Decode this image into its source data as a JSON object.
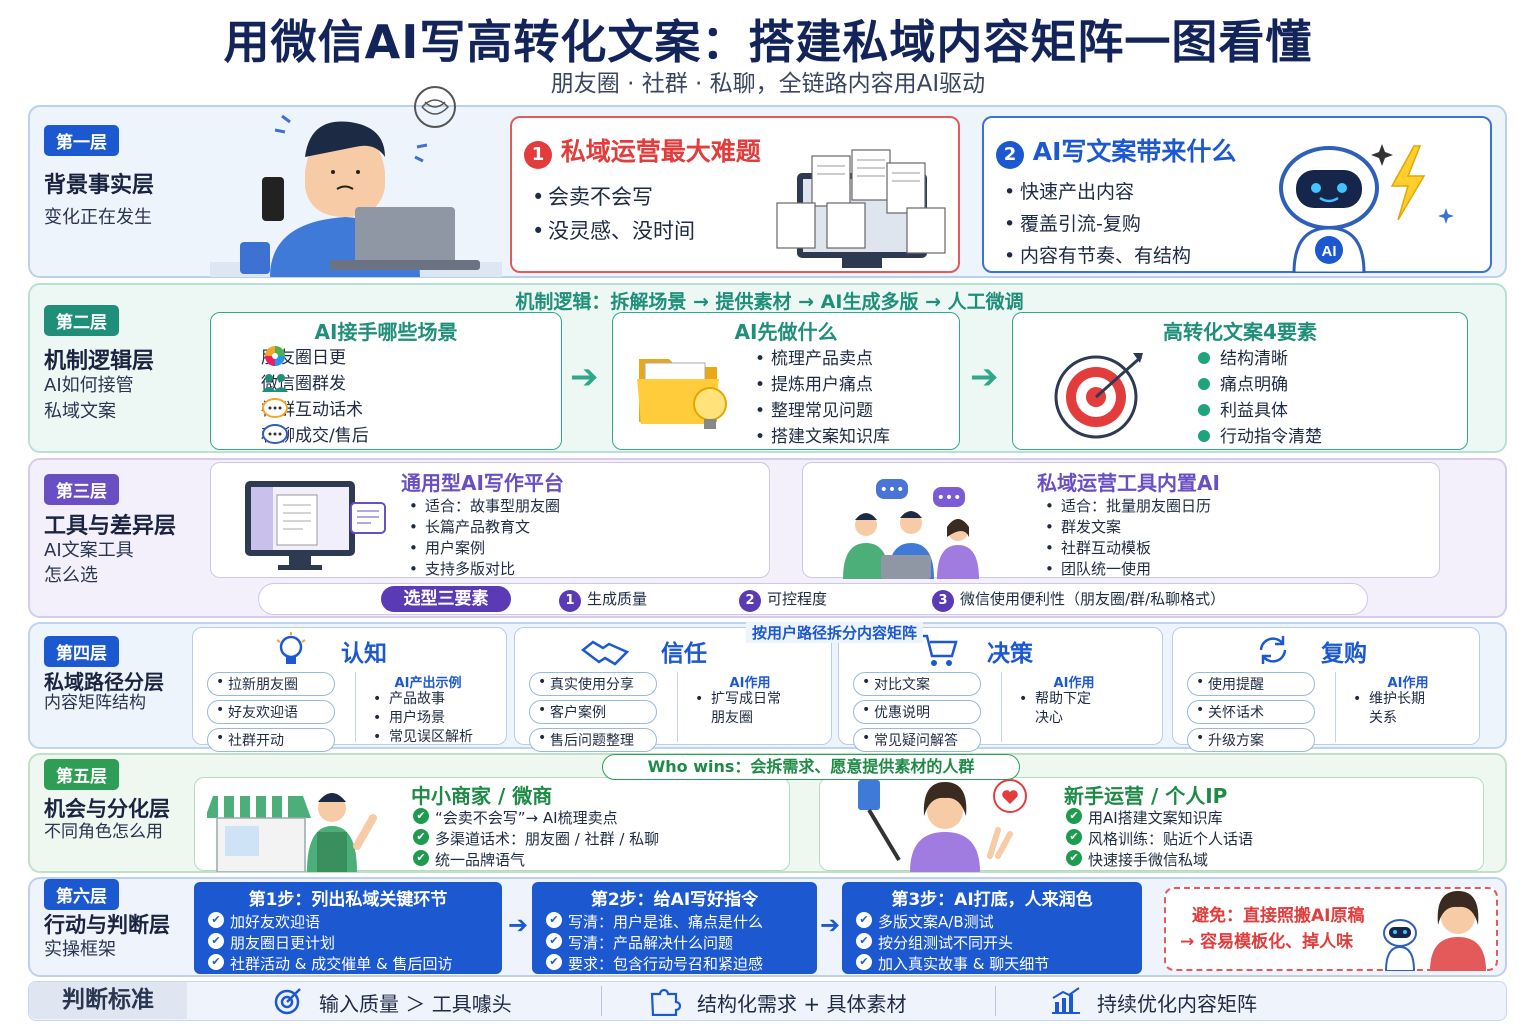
{
  "header": {
    "title": "用微信AI写高转化文案：搭建私域内容矩阵一图看懂",
    "subtitle": "朋友圈 · 社群 · 私聊，全链路内容用AI驱动"
  },
  "layer1": {
    "tag": "第一层",
    "name": "背景事实层",
    "desc": "变化正在发生",
    "card1": {
      "num": "1",
      "title": "私域运营最大难题",
      "items": [
        "会卖不会写",
        "没灵感、没时间"
      ]
    },
    "card2": {
      "num": "2",
      "title": "AI写文案带来什么",
      "items": [
        "快速产出内容",
        "覆盖引流-复购",
        "内容有节奏、有结构"
      ],
      "robot_label": "AI"
    }
  },
  "layer2": {
    "tag": "第二层",
    "name": "机制逻辑层",
    "desc1": "AI如何接管",
    "desc2": "私域文案",
    "flow": "机制逻辑：拆解场景 → 提供素材 → AI生成多版 → 人工微调",
    "card1": {
      "title": "AI接手哪些场景",
      "items": [
        "朋友圈日更",
        "微信圈群发",
        "社群互动话术",
        "私聊成交/售后"
      ]
    },
    "card2": {
      "title": "AI先做什么",
      "items": [
        "梳理产品卖点",
        "提炼用户痛点",
        "整理常见问题",
        "搭建文案知识库"
      ]
    },
    "card3": {
      "title": "高转化文案4要素",
      "items": [
        "结构清晰",
        "痛点明确",
        "利益具体",
        "行动指令清楚"
      ]
    }
  },
  "layer3": {
    "tag": "第三层",
    "name": "工具与差异层",
    "desc1": "AI文案工具",
    "desc2": "怎么选",
    "card1": {
      "title": "通用型AI写作平台",
      "items": [
        "适合：故事型朋友圈",
        "长篇产品教育文",
        "用户案例",
        "支持多版对比"
      ]
    },
    "card2": {
      "title": "私域运营工具内置AI",
      "items": [
        "适合：批量朋友圈日历",
        "群发文案",
        "社群互动模板",
        "团队统一使用"
      ]
    },
    "select": {
      "label": "选型三要素",
      "items": [
        {
          "n": "1",
          "t": "生成质量"
        },
        {
          "n": "2",
          "t": "可控程度"
        },
        {
          "n": "3",
          "t": "微信使用便利性（朋友圈/群/私聊格式）"
        }
      ]
    }
  },
  "layer4": {
    "tag": "第四层",
    "name": "私域路径分层",
    "desc": "内容矩阵结构",
    "banner": "按用户路径拆分内容矩阵",
    "stages": [
      {
        "title": "认知",
        "pills": [
          "拉新朋友圈",
          "好友欢迎语",
          "社群开动"
        ],
        "ai_label": "AI产出示例",
        "ai_items": [
          "产品故事",
          "用户场景",
          "常见误区解析"
        ]
      },
      {
        "title": "信任",
        "pills": [
          "真实使用分享",
          "客户案例",
          "售后问题整理"
        ],
        "ai_label": "AI作用",
        "ai_items": [
          "扩写成日常",
          "朋友圈"
        ]
      },
      {
        "title": "决策",
        "pills": [
          "对比文案",
          "优惠说明",
          "常见疑问解答"
        ],
        "ai_label": "AI作用",
        "ai_items": [
          "帮助下定",
          "决心"
        ]
      },
      {
        "title": "复购",
        "pills": [
          "使用提醒",
          "关怀话术",
          "升级方案"
        ],
        "ai_label": "AI作用",
        "ai_items": [
          "维护长期",
          "关系"
        ]
      }
    ]
  },
  "layer5": {
    "tag": "第五层",
    "name": "机会与分化层",
    "desc": "不同角色怎么用",
    "banner": "Who wins：会拆需求、愿意提供素材的人群",
    "card1": {
      "title": "中小商家 / 微商",
      "items": [
        "“会卖不会写”→ AI梳理卖点",
        "多渠道话术：朋友圈 / 社群 / 私聊",
        "统一品牌语气"
      ]
    },
    "card2": {
      "title": "新手运营 / 个人IP",
      "items": [
        "用AI搭建文案知识库",
        "风格训练：贴近个人话语",
        "快速接手微信私域"
      ]
    }
  },
  "layer6": {
    "tag": "第六层",
    "name": "行动与判断层",
    "desc": "实操框架",
    "steps": [
      {
        "title": "第1步：列出私域关键环节",
        "items": [
          "加好友欢迎语",
          "朋友圈日更计划",
          "社群活动 & 成交催单 & 售后回访"
        ]
      },
      {
        "title": "第2步：给AI写好指令",
        "items": [
          "写清：用户是谁、痛点是什么",
          "写清：产品解决什么问题",
          "要求：包含行动号召和紧迫感"
        ]
      },
      {
        "title": "第3步：AI打底，人来润色",
        "items": [
          "多版文案A/B测试",
          "按分组测试不同开头",
          "加入真实故事 & 聊天细节"
        ]
      }
    ],
    "avoid1": "避免：直接照搬AI原稿",
    "avoid2": "→ 容易模板化、掉人味"
  },
  "footer": {
    "label": "判断标准",
    "items": [
      "输入质量 ＞ 工具噱头",
      "结构化需求 + 具体素材",
      "持续优化内容矩阵"
    ]
  },
  "colors": {
    "navy": "#13245a",
    "blue": "#1c58cf",
    "teal": "#1f8f7a",
    "purple": "#6a4fc4",
    "green": "#2e9d55",
    "red": "#e23c3c"
  }
}
